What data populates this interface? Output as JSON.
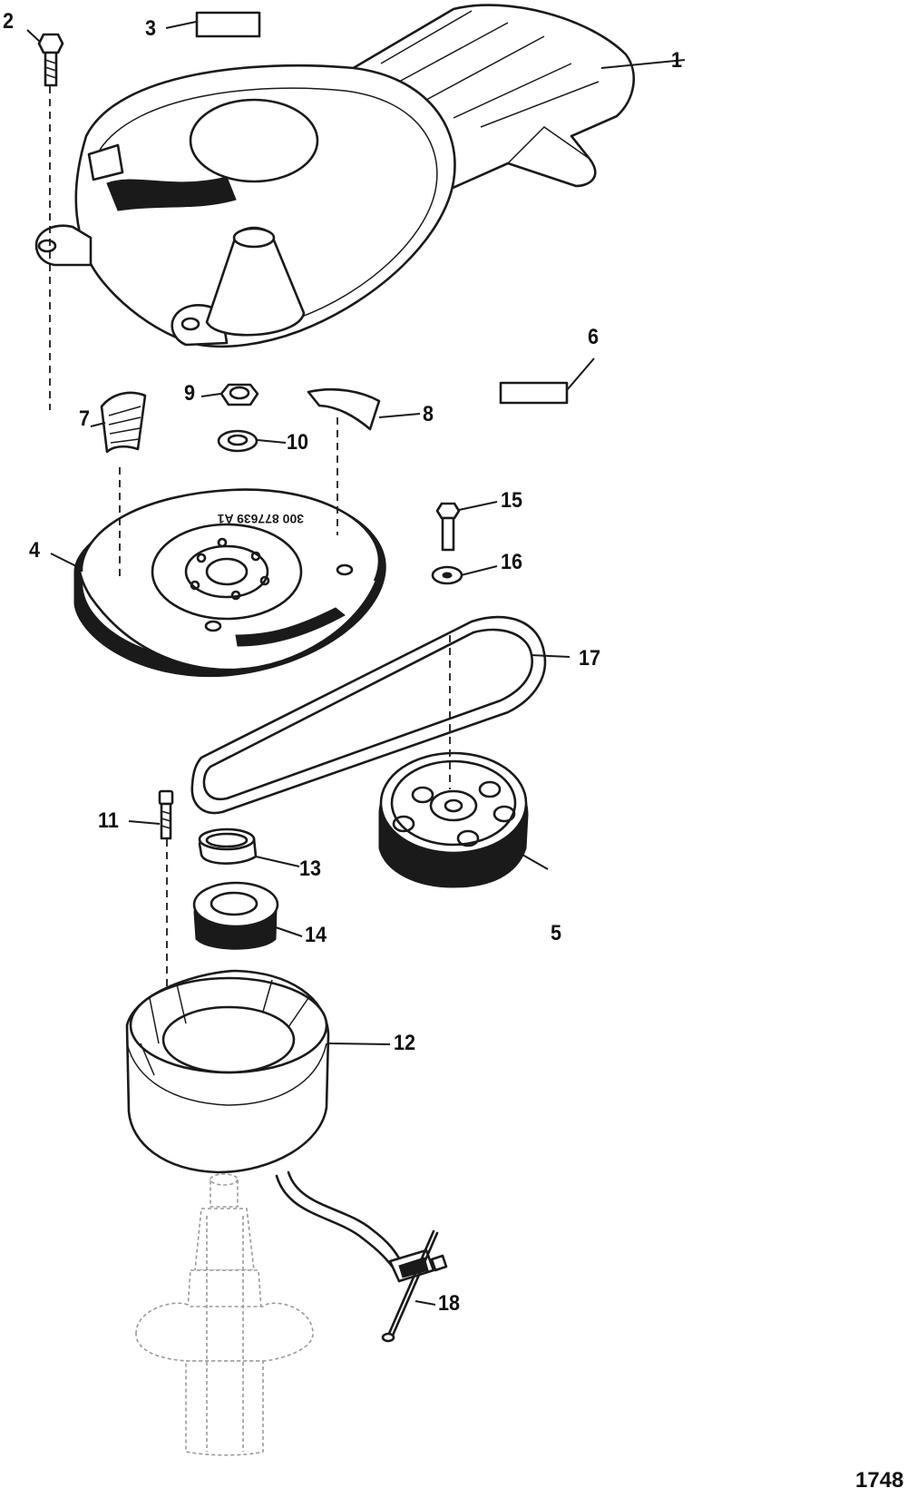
{
  "figure_number": "1748",
  "callouts": [
    {
      "id": "1",
      "label": "1"
    },
    {
      "id": "2",
      "label": "2"
    },
    {
      "id": "3",
      "label": "3"
    },
    {
      "id": "4",
      "label": "4"
    },
    {
      "id": "5",
      "label": "5"
    },
    {
      "id": "6",
      "label": "6"
    },
    {
      "id": "7",
      "label": "7"
    },
    {
      "id": "8",
      "label": "8"
    },
    {
      "id": "9",
      "label": "9"
    },
    {
      "id": "10",
      "label": "10"
    },
    {
      "id": "11",
      "label": "11"
    },
    {
      "id": "12",
      "label": "12"
    },
    {
      "id": "13",
      "label": "13"
    },
    {
      "id": "14",
      "label": "14"
    },
    {
      "id": "15",
      "label": "15"
    },
    {
      "id": "16",
      "label": "16"
    },
    {
      "id": "17",
      "label": "17"
    },
    {
      "id": "18",
      "label": "18"
    }
  ],
  "flywheel_stamp": "300 877639 A1"
}
